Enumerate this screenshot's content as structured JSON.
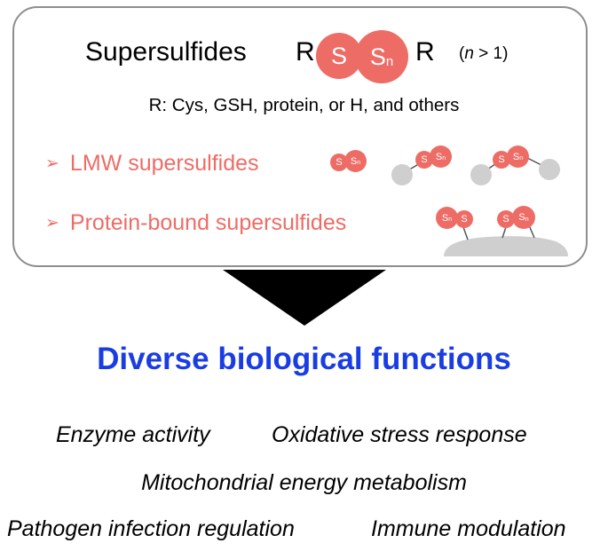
{
  "box": {
    "title": "Supersulfides",
    "formula": {
      "r_left": "R",
      "s1": "S",
      "s2_main": "S",
      "s2_sub": "n",
      "r_right": "R",
      "condition_var": "n",
      "condition_rest": " > 1)",
      "condition_open": "("
    },
    "r_definition": "R: Cys, GSH, protein, or H, and others",
    "bullets": [
      {
        "arrow": "➢",
        "label": "LMW supersulfides"
      },
      {
        "arrow": "➢",
        "label": "Protein-bound supersulfides"
      }
    ],
    "atom_s": "S",
    "atom_sn_main": "S",
    "atom_sn_sub": "n"
  },
  "headline": "Diverse biological functions",
  "functions": [
    "Enzyme activity",
    "Oxidative stress response",
    "Mitochondrial energy metabolism",
    "Pathogen infection regulation",
    "Immune modulation"
  ],
  "colors": {
    "sulfur": "#ee6c66",
    "headline": "#1a3de2",
    "carrier_gray": "#cfcfcf",
    "box_border": "#8e8e8e"
  }
}
